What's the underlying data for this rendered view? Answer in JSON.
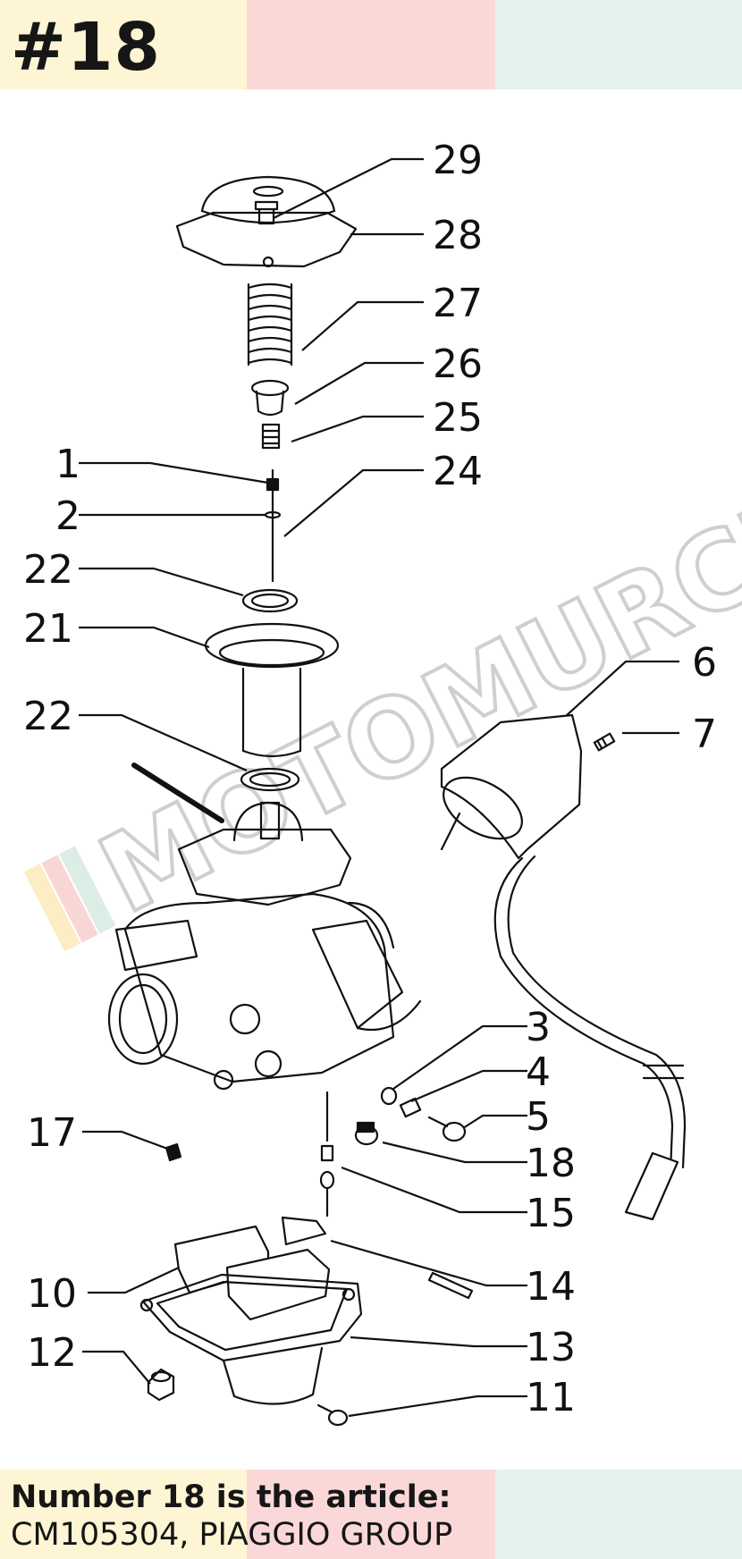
{
  "header": {
    "badge": "#18"
  },
  "footer": {
    "line1": "Number 18 is the article:",
    "line2": "CM105304, PIAGGIO GROUP"
  },
  "watermark": {
    "text": "MOTOMURCIA"
  },
  "colors": {
    "band_yellow": "#fdf5d3",
    "band_pink": "#fbd8d8",
    "band_green": "#e3f2eb",
    "ink": "#161616"
  },
  "callouts": [
    {
      "id": "29",
      "label": "29"
    },
    {
      "id": "28",
      "label": "28"
    },
    {
      "id": "27",
      "label": "27"
    },
    {
      "id": "26",
      "label": "26"
    },
    {
      "id": "25",
      "label": "25"
    },
    {
      "id": "1",
      "label": "1"
    },
    {
      "id": "24",
      "label": "24"
    },
    {
      "id": "2",
      "label": "2"
    },
    {
      "id": "22a",
      "label": "22"
    },
    {
      "id": "21",
      "label": "21"
    },
    {
      "id": "6",
      "label": "6"
    },
    {
      "id": "7",
      "label": "7"
    },
    {
      "id": "22b",
      "label": "22"
    },
    {
      "id": "3",
      "label": "3"
    },
    {
      "id": "4",
      "label": "4"
    },
    {
      "id": "5",
      "label": "5"
    },
    {
      "id": "17",
      "label": "17"
    },
    {
      "id": "18",
      "label": "18"
    },
    {
      "id": "15",
      "label": "15"
    },
    {
      "id": "14",
      "label": "14"
    },
    {
      "id": "10",
      "label": "10"
    },
    {
      "id": "13",
      "label": "13"
    },
    {
      "id": "12",
      "label": "12"
    },
    {
      "id": "11",
      "label": "11"
    }
  ]
}
